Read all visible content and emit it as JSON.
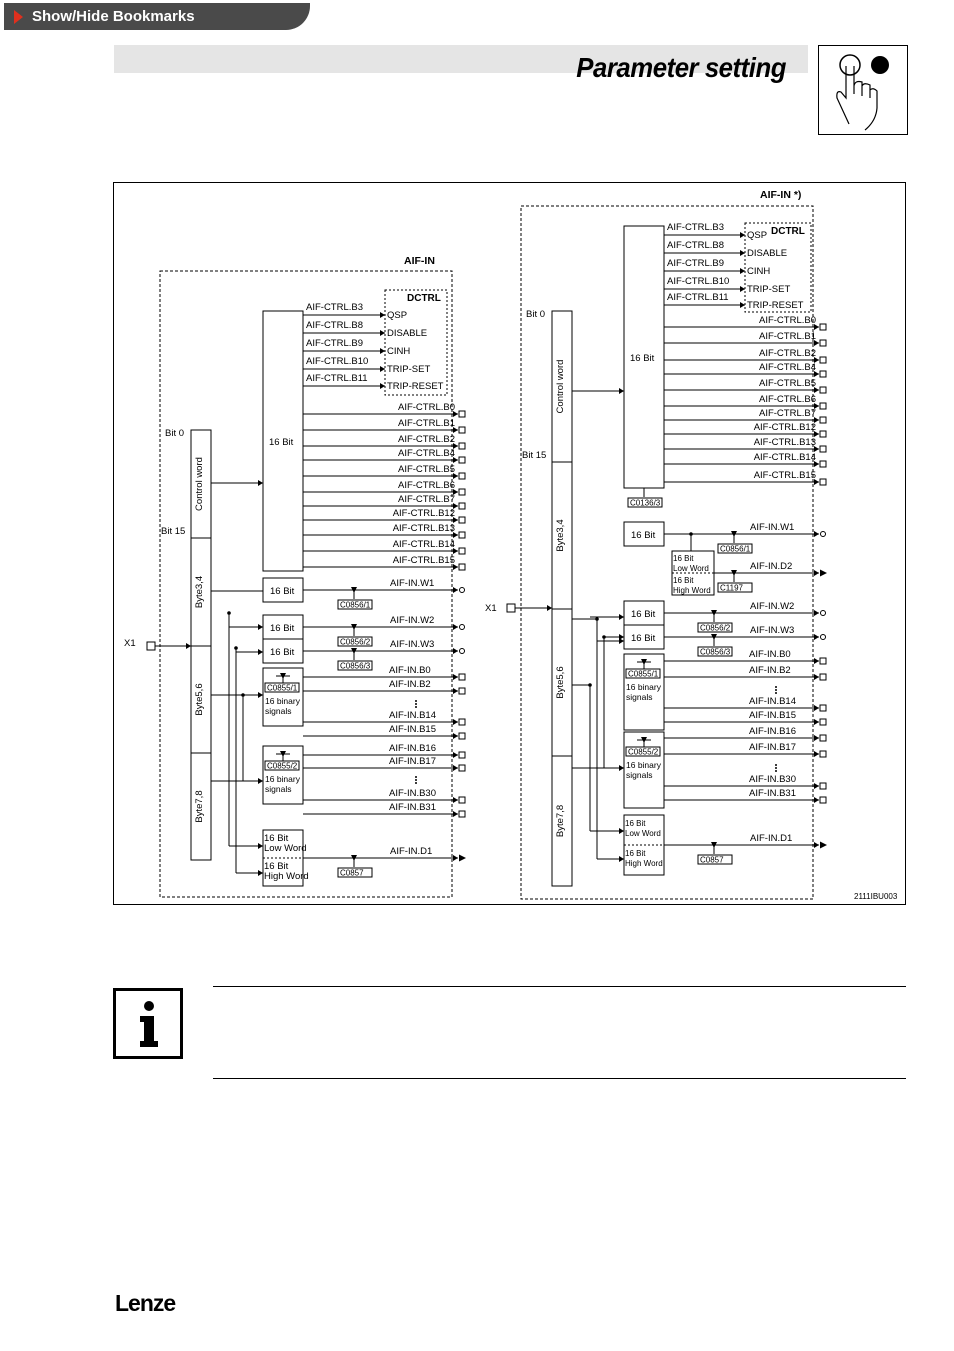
{
  "bookmark_tab": {
    "label": "Show/Hide Bookmarks"
  },
  "header": {
    "title": "Parameter setting"
  },
  "diagram": {
    "figure_id": "2111IBU003",
    "left": {
      "title": "AIF-IN",
      "x1": "X1",
      "bit0": "Bit 0",
      "bit15": "Bit 15",
      "segments": [
        "Control word",
        "Byte3,4",
        "Byte5,6",
        "Byte7,8"
      ],
      "dctrl": "DCTRL",
      "ctrl_in": [
        "AIF-CTRL.B3",
        "AIF-CTRL.B8",
        "AIF-CTRL.B9",
        "AIF-CTRL.B10",
        "AIF-CTRL.B11"
      ],
      "dctrl_out": [
        "QSP",
        "DISABLE",
        "CINH",
        "TRIP-SET",
        "TRIP-RESET"
      ],
      "ctrl_out": [
        "AIF-CTRL.B0",
        "AIF-CTRL.B1",
        "AIF-CTRL.B2",
        "AIF-CTRL.B4",
        "AIF-CTRL.B5",
        "AIF-CTRL.B6",
        "AIF-CTRL.B7",
        "AIF-CTRL.B12",
        "AIF-CTRL.B13",
        "AIF-CTRL.B14",
        "AIF-CTRL.B15"
      ],
      "bit16": "16 Bit",
      "words": [
        "AIF-IN.W1",
        "AIF-IN.W2",
        "AIF-IN.W3"
      ],
      "word_codes": [
        "C0856/1",
        "C0856/2",
        "C0856/3"
      ],
      "bin_codes": [
        "C0855/1",
        "C0855/2"
      ],
      "binary": "16 binary signals",
      "bits_a": [
        "AIF-IN.B0",
        "AIF-IN.B2",
        "AIF-IN.B14",
        "AIF-IN.B15"
      ],
      "bits_b": [
        "AIF-IN.B16",
        "AIF-IN.B17",
        "AIF-IN.B30",
        "AIF-IN.B31"
      ],
      "low_word": "16 Bit Low Word",
      "high_word": "16 Bit High Word",
      "dword": "AIF-IN.D1",
      "dword_code": "C0857"
    },
    "right": {
      "title": "AIF-IN *)",
      "x1": "X1",
      "bit0": "Bit 0",
      "bit15": "Bit 15",
      "segments": [
        "Control word",
        "Byte3,4",
        "Byte5,6",
        "Byte7,8"
      ],
      "dctrl": "DCTRL",
      "ctrl_in": [
        "AIF-CTRL.B3",
        "AIF-CTRL.B8",
        "AIF-CTRL.B9",
        "AIF-CTRL.B10",
        "AIF-CTRL.B11"
      ],
      "dctrl_out": [
        "QSP",
        "DISABLE",
        "CINH",
        "TRIP-SET",
        "TRIP-RESET"
      ],
      "ctrl_out": [
        "AIF-CTRL.B0",
        "AIF-CTRL.B1",
        "AIF-CTRL.B2",
        "AIF-CTRL.B4",
        "AIF-CTRL.B5",
        "AIF-CTRL.B6",
        "AIF-CTRL.B7",
        "AIF-CTRL.B12",
        "AIF-CTRL.B13",
        "AIF-CTRL.B14",
        "AIF-CTRL.B15"
      ],
      "ctrl_code": "C0136/3",
      "bit16": "16 Bit",
      "words": [
        "AIF-IN.W1",
        "AIF-IN.W2",
        "AIF-IN.W3"
      ],
      "word_codes": [
        "C0856/1",
        "C0856/2",
        "C0856/3"
      ],
      "d2": "AIF-IN.D2",
      "d2_code": "C1197",
      "bin_codes": [
        "C0855/1",
        "C0855/2"
      ],
      "binary": "16 binary signals",
      "bits_a": [
        "AIF-IN.B0",
        "AIF-IN.B2",
        "AIF-IN.B14",
        "AIF-IN.B15"
      ],
      "bits_b": [
        "AIF-IN.B16",
        "AIF-IN.B17",
        "AIF-IN.B30",
        "AIF-IN.B31"
      ],
      "low_word": "16 Bit Low Word",
      "high_word": "16 Bit High Word",
      "dword": "AIF-IN.D1",
      "dword_code": "C0857"
    }
  },
  "footer": {
    "brand": "Lenze"
  }
}
